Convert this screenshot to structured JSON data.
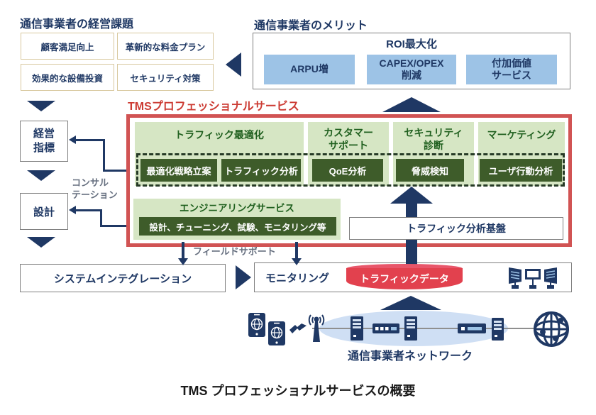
{
  "colors": {
    "navy": "#1f3864",
    "light_blue": "#9dc3e6",
    "red_frame": "#d15353",
    "red_title": "#cc3b33",
    "panel_green": "#d6e6c4",
    "header_green": "#20601f",
    "button_green": "#3e5c2a",
    "traffic_red": "#e2414e",
    "tan_border": "#d8c89e",
    "gray_border": "#7f7f7f",
    "ellipse_blue": "#cfdff4"
  },
  "challenges": {
    "title": "通信事業者の経営課題",
    "items": [
      "顧客満足向上",
      "革新的な料金プラン",
      "効果的な設備投資",
      "セキュリティ対策"
    ]
  },
  "merits": {
    "title": "通信事業者のメリット",
    "roi_label": "ROI最大化",
    "items": [
      {
        "lines": [
          "ARPU増"
        ]
      },
      {
        "lines": [
          "CAPEX/OPEX",
          "削減"
        ]
      },
      {
        "lines": [
          "付加価値",
          "サービス"
        ]
      }
    ]
  },
  "tms": {
    "title": "TMSプロフェッショナルサービス",
    "panels": [
      {
        "header_lines": [
          "トラフィック最適化"
        ],
        "buttons": [
          "最適化戦略立案",
          "トラフィック分析"
        ]
      },
      {
        "header_lines": [
          "カスタマー",
          "サポート"
        ],
        "buttons": [
          "QoE分析"
        ]
      },
      {
        "header_lines": [
          "セキュリティ",
          "診断"
        ],
        "buttons": [
          "脅威検知"
        ]
      },
      {
        "header_lines": [
          "マーケティング"
        ],
        "buttons": [
          "ユーザ行動分析"
        ]
      }
    ],
    "engineering": {
      "header": "エンジニアリングサービス",
      "button": "設計、チューニング、試験、モニタリング等"
    },
    "platform": "トラフィック分析基盤"
  },
  "left_flow": {
    "kpi": "経営指標",
    "design": "設計",
    "consultation_lines": [
      "コンサル",
      "テーション"
    ],
    "system_integration": "システムインテグレーション"
  },
  "field_support": "フィールドサポート",
  "monitoring": {
    "label": "モニタリング",
    "traffic_data": "トラフィックデータ"
  },
  "network": {
    "label": "通信事業者ネットワーク"
  },
  "caption": "TMS プロフェッショナルサービスの概要"
}
